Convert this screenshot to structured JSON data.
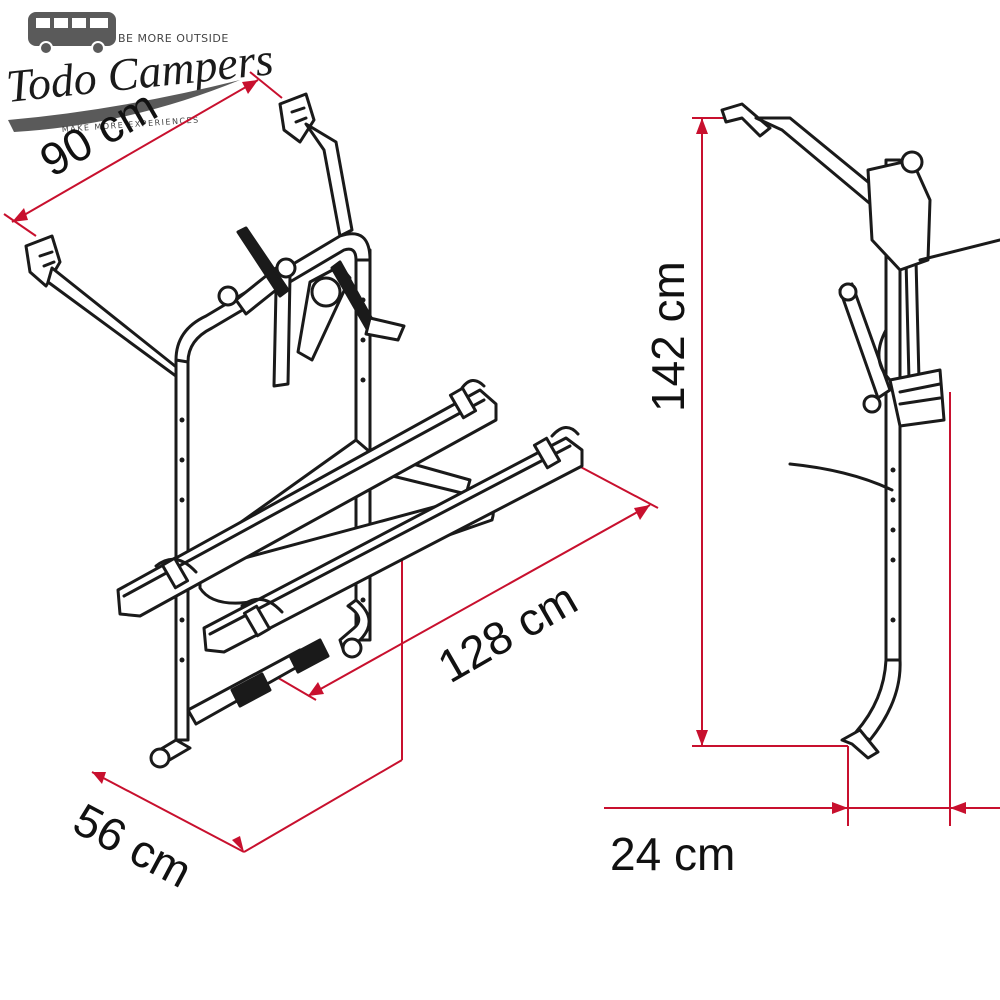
{
  "logo": {
    "brand": "Todo Campers",
    "tagline": "BE MORE OUTSIDE",
    "subline": "MAKE MORE EXPERIENCES",
    "icon": "camper-van-icon"
  },
  "dimensions": {
    "width_top": "90 cm",
    "rail_length": "128 cm",
    "depth": "56 cm",
    "height": "142 cm",
    "offset": "24 cm"
  },
  "colors": {
    "dimension_line": "#c8102e",
    "frame_line": "#1a1a1a",
    "background": "#ffffff",
    "logo": "#5a5a5a"
  }
}
